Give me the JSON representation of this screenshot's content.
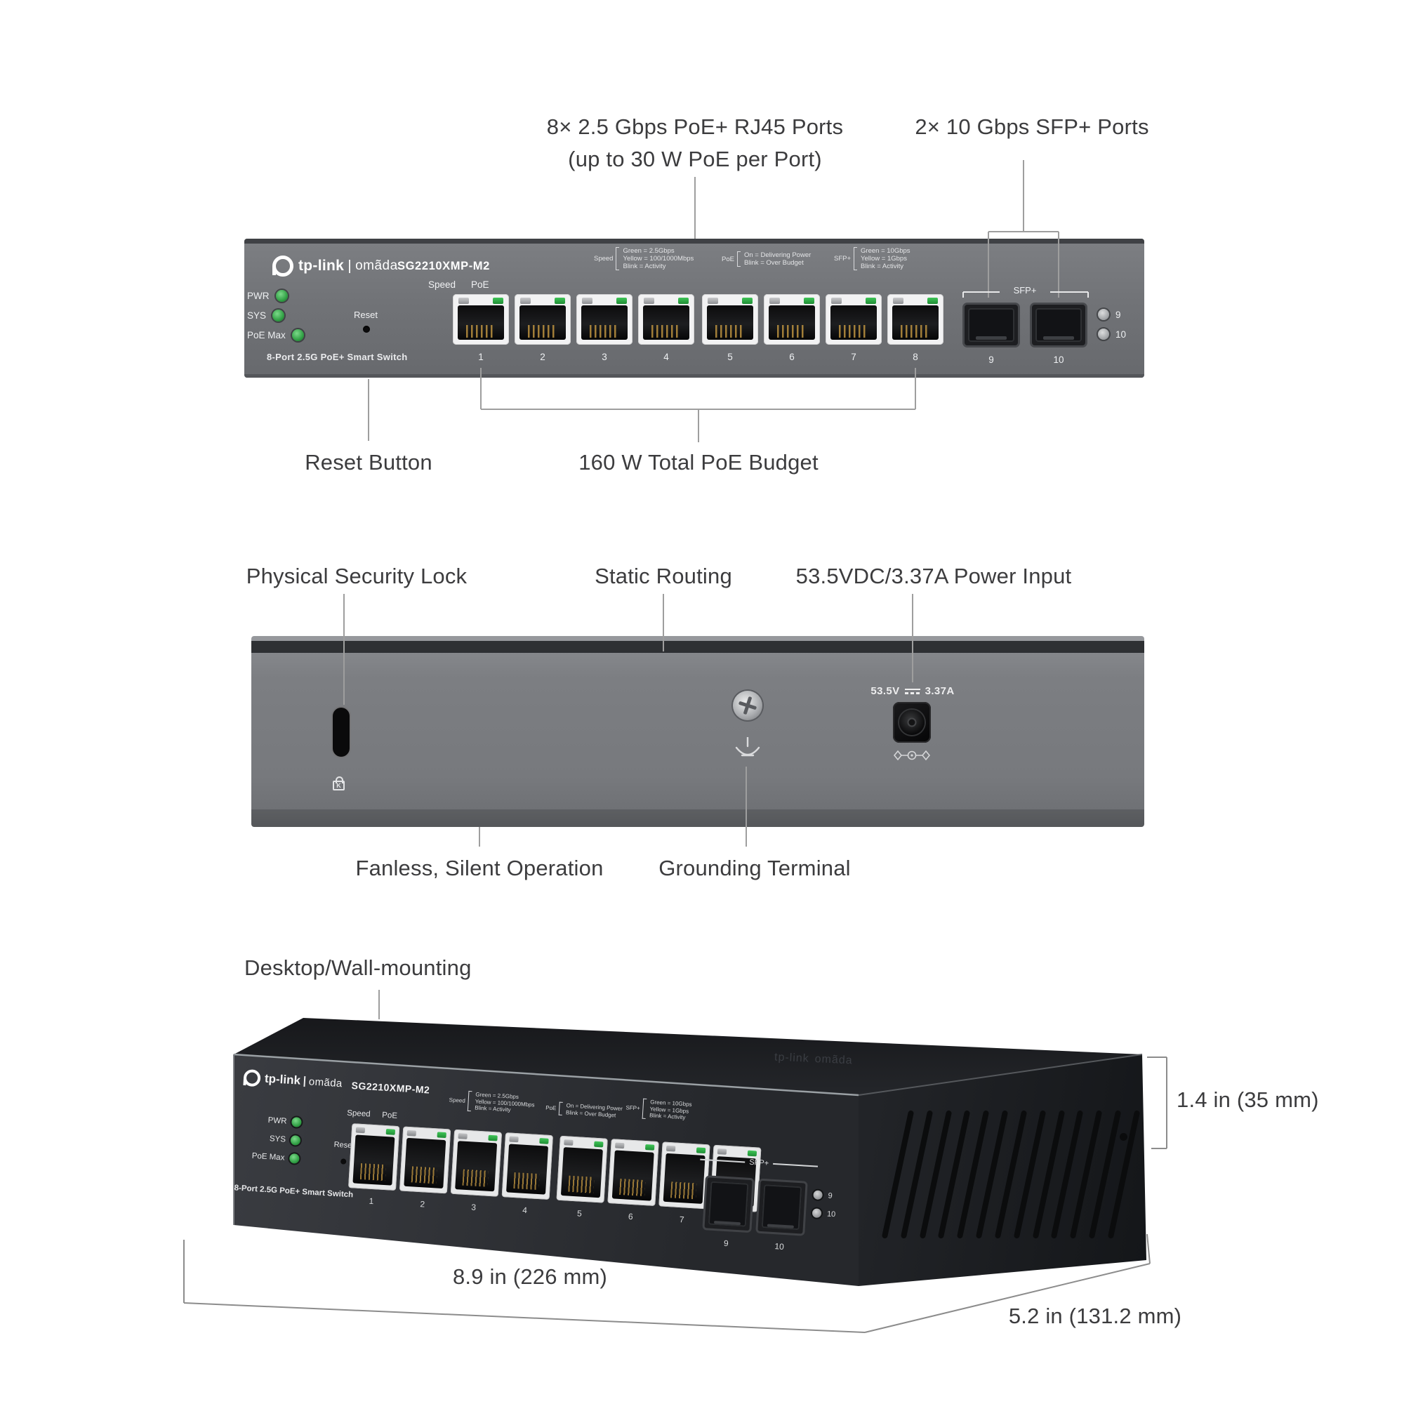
{
  "product": {
    "brand": "tp-link",
    "subbrand": "omãda",
    "model": "SG2210XMP-M2",
    "tagline": "8-Port 2.5G PoE+ Smart Switch"
  },
  "panel": {
    "led_labels": [
      "PWR",
      "SYS",
      "PoE Max"
    ],
    "reset_label": "Reset",
    "speed_label": "Speed",
    "poe_label": "PoE",
    "legend_speed": {
      "title": "Speed",
      "lines": [
        "Green = 2.5Gbps",
        "Yellow = 100/1000Mbps",
        "Blink = Activity"
      ]
    },
    "legend_poe": {
      "title": "PoE",
      "lines": [
        "On = Delivering Power",
        "Blink = Over Budget"
      ]
    },
    "legend_sfp": {
      "title": "SFP+",
      "lines": [
        "Green = 10Gbps",
        "Yellow = 1Gbps",
        "Blink = Activity"
      ]
    },
    "ports": [
      "1",
      "2",
      "3",
      "4",
      "5",
      "6",
      "7",
      "8"
    ],
    "sfp_group_label": "SFP+",
    "sfp_ports": [
      "9",
      "10"
    ],
    "sfp_led_labels": [
      "9",
      "10"
    ]
  },
  "front_callouts": {
    "rj45_line1": "8× 2.5 Gbps PoE+ RJ45 Ports",
    "rj45_line2": "(up to 30 W PoE per Port)",
    "sfp": "2× 10 Gbps SFP+ Ports",
    "reset": "Reset Button",
    "poe_budget": "160 W Total PoE Budget"
  },
  "back": {
    "lock": "Physical Security Lock",
    "routing": "Static Routing",
    "power_input": "53.5VDC/3.37A Power Input",
    "fanless": "Fanless, Silent Operation",
    "grounding": "Grounding Terminal",
    "power_volts": "53.5V",
    "power_amps": "3.37A",
    "lock_letter": "K"
  },
  "perspective": {
    "mounting": "Desktop/Wall-mounting",
    "dim_height": "1.4 in (35 mm)",
    "dim_width": "8.9 in (226 mm)",
    "dim_depth": "5.2 in (131.2 mm)"
  },
  "colors": {
    "led_green": "#2f9e43",
    "panel_gray": "#717377",
    "chassis_dark": "#26282c",
    "annotation_text": "#3c3c3e",
    "leader_line": "#9e9e9e"
  }
}
